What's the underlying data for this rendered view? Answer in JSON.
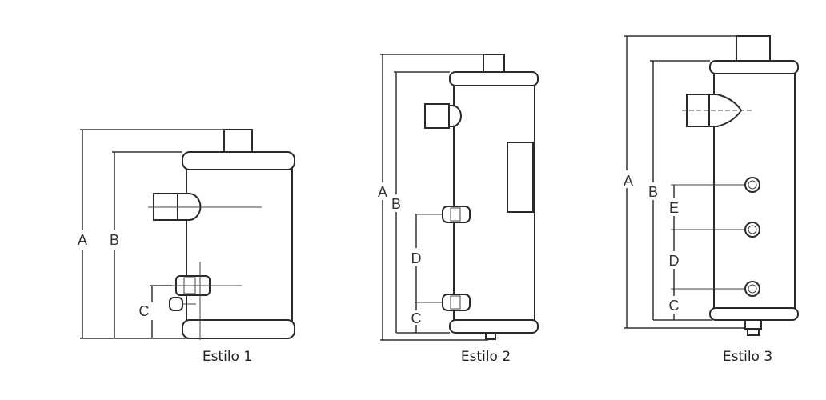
{
  "styles": [
    {
      "caption": "Estilo 1",
      "dimensions": [
        "A",
        "B",
        "C"
      ]
    },
    {
      "caption": "Estilo 2",
      "dimensions": [
        "A",
        "B",
        "D",
        "C"
      ]
    },
    {
      "caption": "Estilo 3",
      "dimensions": [
        "A",
        "B",
        "E",
        "D",
        "C"
      ]
    }
  ]
}
